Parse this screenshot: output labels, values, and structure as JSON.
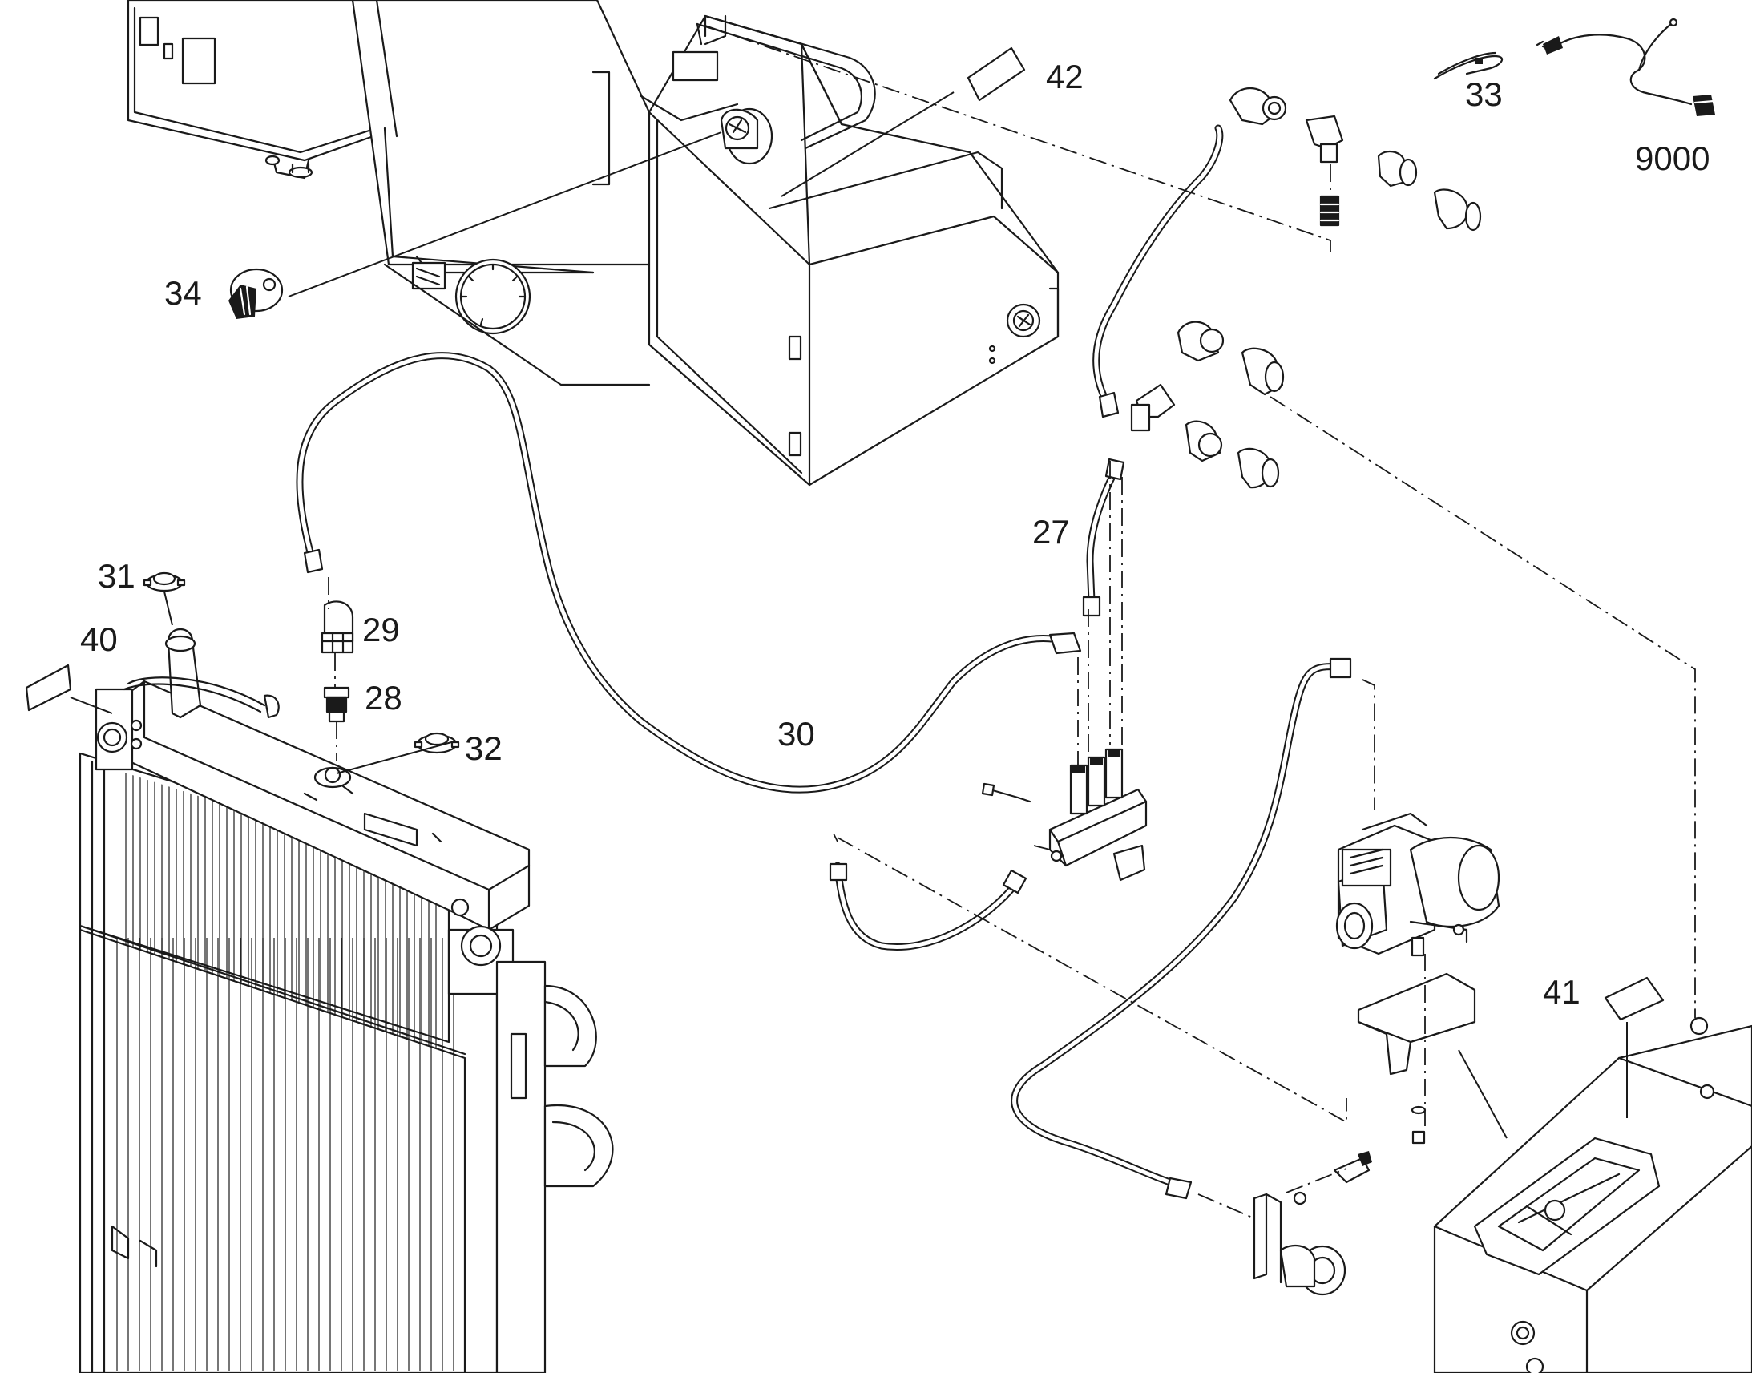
{
  "diagram": {
    "callouts": [
      {
        "id": "27",
        "text": "27"
      },
      {
        "id": "28",
        "text": "28"
      },
      {
        "id": "29",
        "text": "29"
      },
      {
        "id": "30",
        "text": "30"
      },
      {
        "id": "31",
        "text": "31"
      },
      {
        "id": "32",
        "text": "32"
      },
      {
        "id": "33",
        "text": "33"
      },
      {
        "id": "34",
        "text": "34"
      },
      {
        "id": "40",
        "text": "40"
      },
      {
        "id": "41",
        "text": "41"
      },
      {
        "id": "42",
        "text": "42"
      },
      {
        "id": "9000",
        "text": "9000"
      }
    ]
  }
}
